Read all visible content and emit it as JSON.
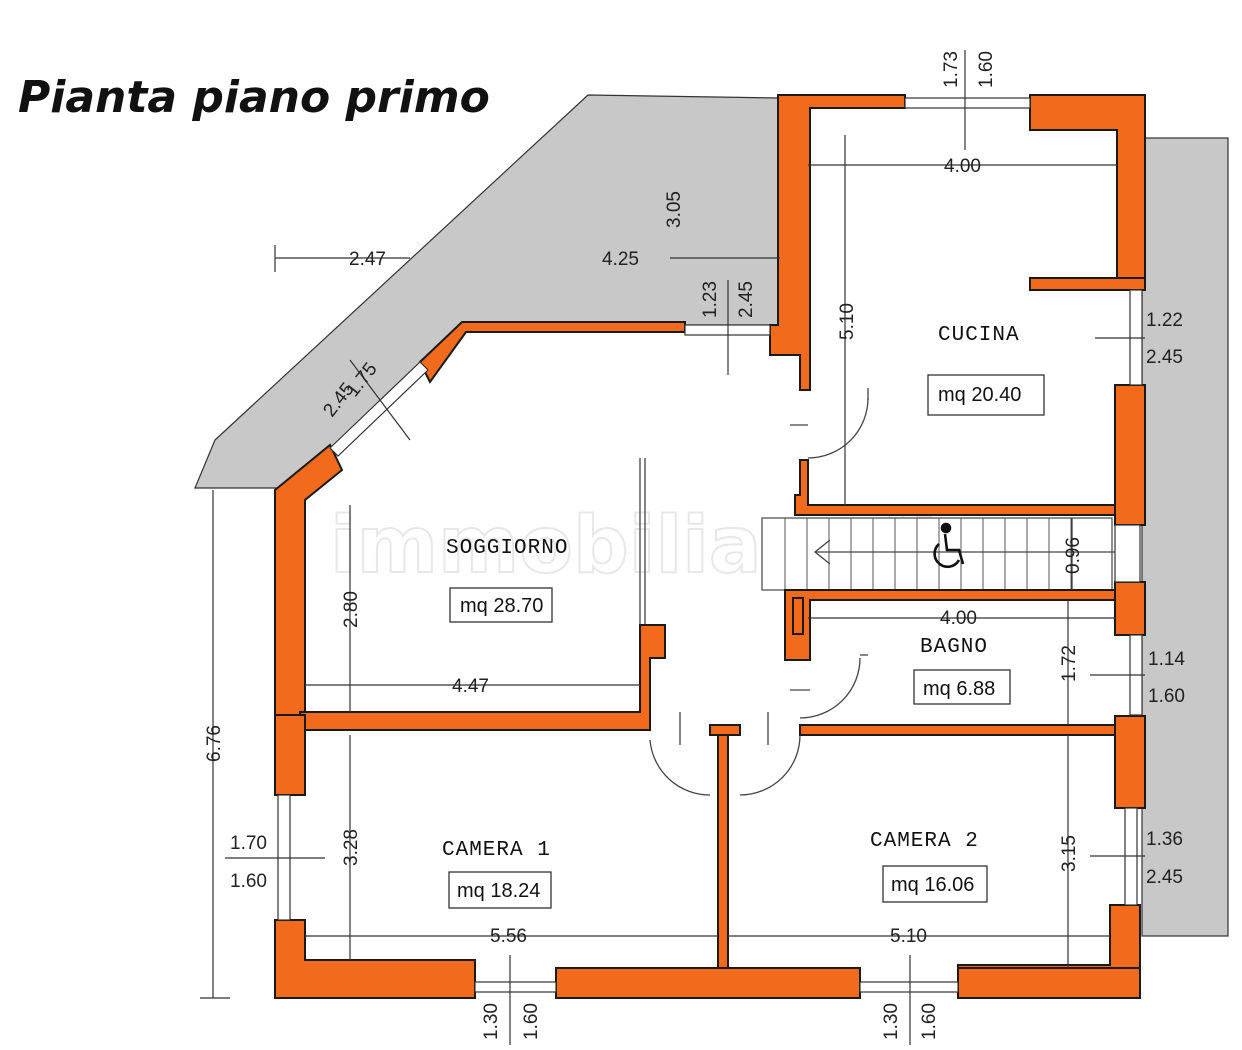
{
  "plan": {
    "title": "Pianta piano primo",
    "watermark": "immobiliare.it",
    "colors": {
      "wall": "#f26a1b",
      "terrace": "#c8c8c8",
      "outline": "#1a1a1a"
    },
    "rooms": [
      {
        "name": "SOGGIORNO",
        "area": "mq 28.70"
      },
      {
        "name": "CUCINA",
        "area": "mq 20.40"
      },
      {
        "name": "BAGNO",
        "area": "mq 6.88"
      },
      {
        "name": "CAMERA  1",
        "area": "mq 18.24"
      },
      {
        "name": "CAMERA  2",
        "area": "mq 16.06"
      }
    ],
    "dimensions": {
      "kitchen_window_h": "1.73",
      "kitchen_window_w": "1.60",
      "kitchen_width": "4.00",
      "kitchen_depth": "5.10",
      "kitchen_side_window_w": "1.22",
      "kitchen_side_window_h": "2.45",
      "terrace_depth": "3.05",
      "terrace_width": "4.25",
      "terrace_side": "2.47",
      "door_window_w": "1.23",
      "door_window_h": "2.45",
      "diag_window_w": "1.75",
      "diag_window_h": "2.45",
      "living_height": "2.80",
      "living_width": "4.47",
      "stair_width": "0.96",
      "bath_width": "4.00",
      "bath_depth": "1.72",
      "bath_window_w": "1.14",
      "bath_window_h": "1.60",
      "total_depth": "6.76",
      "room1_window_w": "1.70",
      "room1_window_h": "1.60",
      "room1_depth": "3.28",
      "room1_width": "5.56",
      "room2_depth": "3.15",
      "room2_window_w": "1.36",
      "room2_window_h": "2.45",
      "room2_width": "5.10",
      "bottom_window1_w": "1.30",
      "bottom_window1_h": "1.60",
      "bottom_window2_w": "1.30",
      "bottom_window2_h": "1.60"
    }
  }
}
